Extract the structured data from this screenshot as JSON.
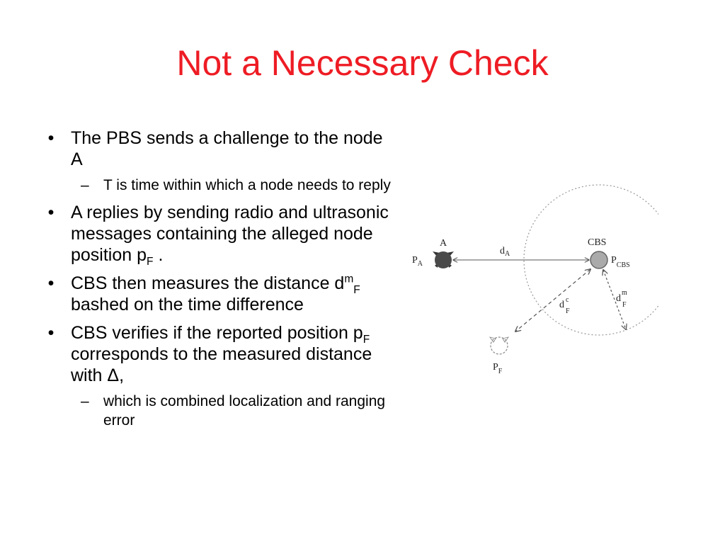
{
  "slide": {
    "title": "Not a Necessary Check"
  },
  "bullets": {
    "b1_text": "The PBS sends a challenge to the node A",
    "b1_sub": "T is time within which a node needs to reply",
    "b2_pre": "A replies by sending radio and ultrasonic messages containing the alleged node position p",
    "b2_sub": "F",
    "b2_post": " .",
    "b3_pre": "CBS then measures the distance d",
    "b3_sup": "m",
    "b3_sub": "F",
    "b3_post": " bashed on the time difference",
    "b4_pre": "CBS verifies if the reported position p",
    "b4_sub": "F",
    "b4_post": " corresponds to the measured distance with Δ,",
    "b4_subbullet": "which is combined localization and ranging error",
    "bullet_glyph": "•",
    "dash_glyph": "–"
  },
  "diagram": {
    "node_a_label": "A",
    "pa_main": "P",
    "pa_sub": "A",
    "da_main": "d",
    "da_sub": "A",
    "cbs_label": "CBS",
    "pcbs_main": "P",
    "pcbs_sub": "CBS",
    "dfc_main": "d",
    "dfc_sup": "c",
    "dfc_sub": "F",
    "dfm_main": "d",
    "dfm_sup": "m",
    "dfm_sub": "F",
    "pf_main": "P",
    "pf_sub": "F"
  }
}
